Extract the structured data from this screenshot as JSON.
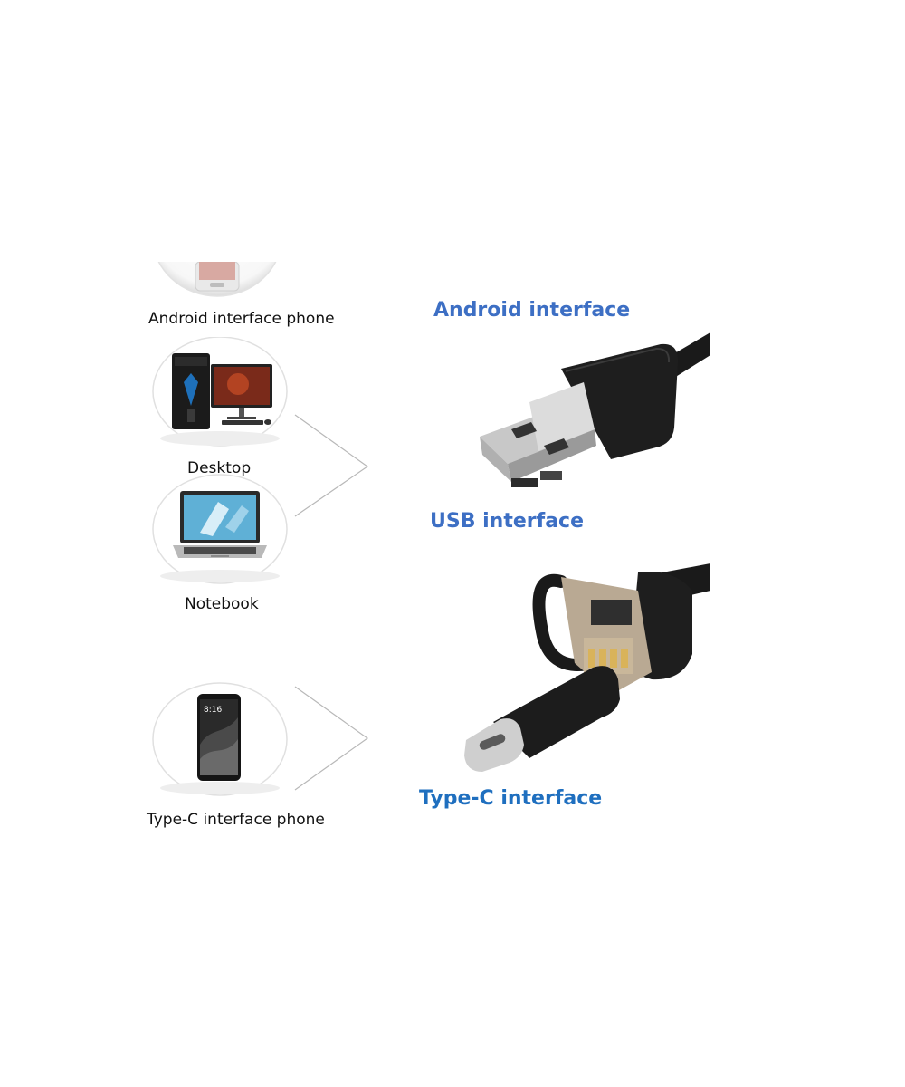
{
  "devices": {
    "android_phone": "Android interface phone",
    "desktop": "Desktop",
    "notebook": "Notebook",
    "typec_phone": "Type-C interface phone"
  },
  "interfaces": {
    "android": "Android interface",
    "usb": "USB interface",
    "typec": "Type-C interface"
  },
  "screens": {
    "typec_phone_time": "8:16"
  },
  "colors": {
    "label_blue": "#3d6fc4",
    "label_blue_dark": "#1f6fbf",
    "cable_black": "#1a1a1a",
    "metal": "#c8c8c8"
  }
}
